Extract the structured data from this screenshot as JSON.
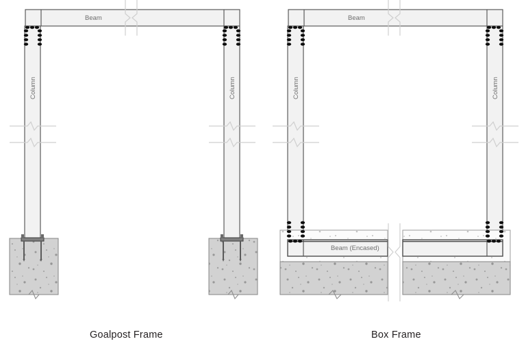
{
  "figure": {
    "type": "engineering-detail-drawing",
    "description": "Comparison of two steel portal frame base detail types",
    "panels": [
      {
        "id": "goalpost",
        "caption": "Goalpost Frame",
        "labels": {
          "beam": "Beam",
          "column_left": "Column",
          "column_right": "Column"
        },
        "components": [
          "steel-beam",
          "steel-column-left",
          "steel-column-right",
          "bolted-end-plate-connection",
          "base-plate",
          "anchor-bolts",
          "concrete-pad-foundation"
        ]
      },
      {
        "id": "box",
        "caption": "Box Frame",
        "labels": {
          "beam": "Beam",
          "column_left": "Column",
          "column_right": "Column",
          "bottom_beam": "Beam (Encased)"
        },
        "components": [
          "steel-beam",
          "steel-column-left",
          "steel-column-right",
          "bolted-end-plate-connection",
          "encased-bottom-beam",
          "concrete-encasement",
          "concrete-slab"
        ]
      }
    ]
  },
  "colors": {
    "steel_fill": "#f2f2f2",
    "steel_outline": "#4d4d4d",
    "concrete_fill": "#d2d2d2",
    "concrete_outline": "#8c8c8c",
    "bolt": "#1a1a1a",
    "label_text": "#6e6e6e",
    "caption_text": "#231f20",
    "background": "#ffffff",
    "break_line": "#cfcfcf"
  }
}
